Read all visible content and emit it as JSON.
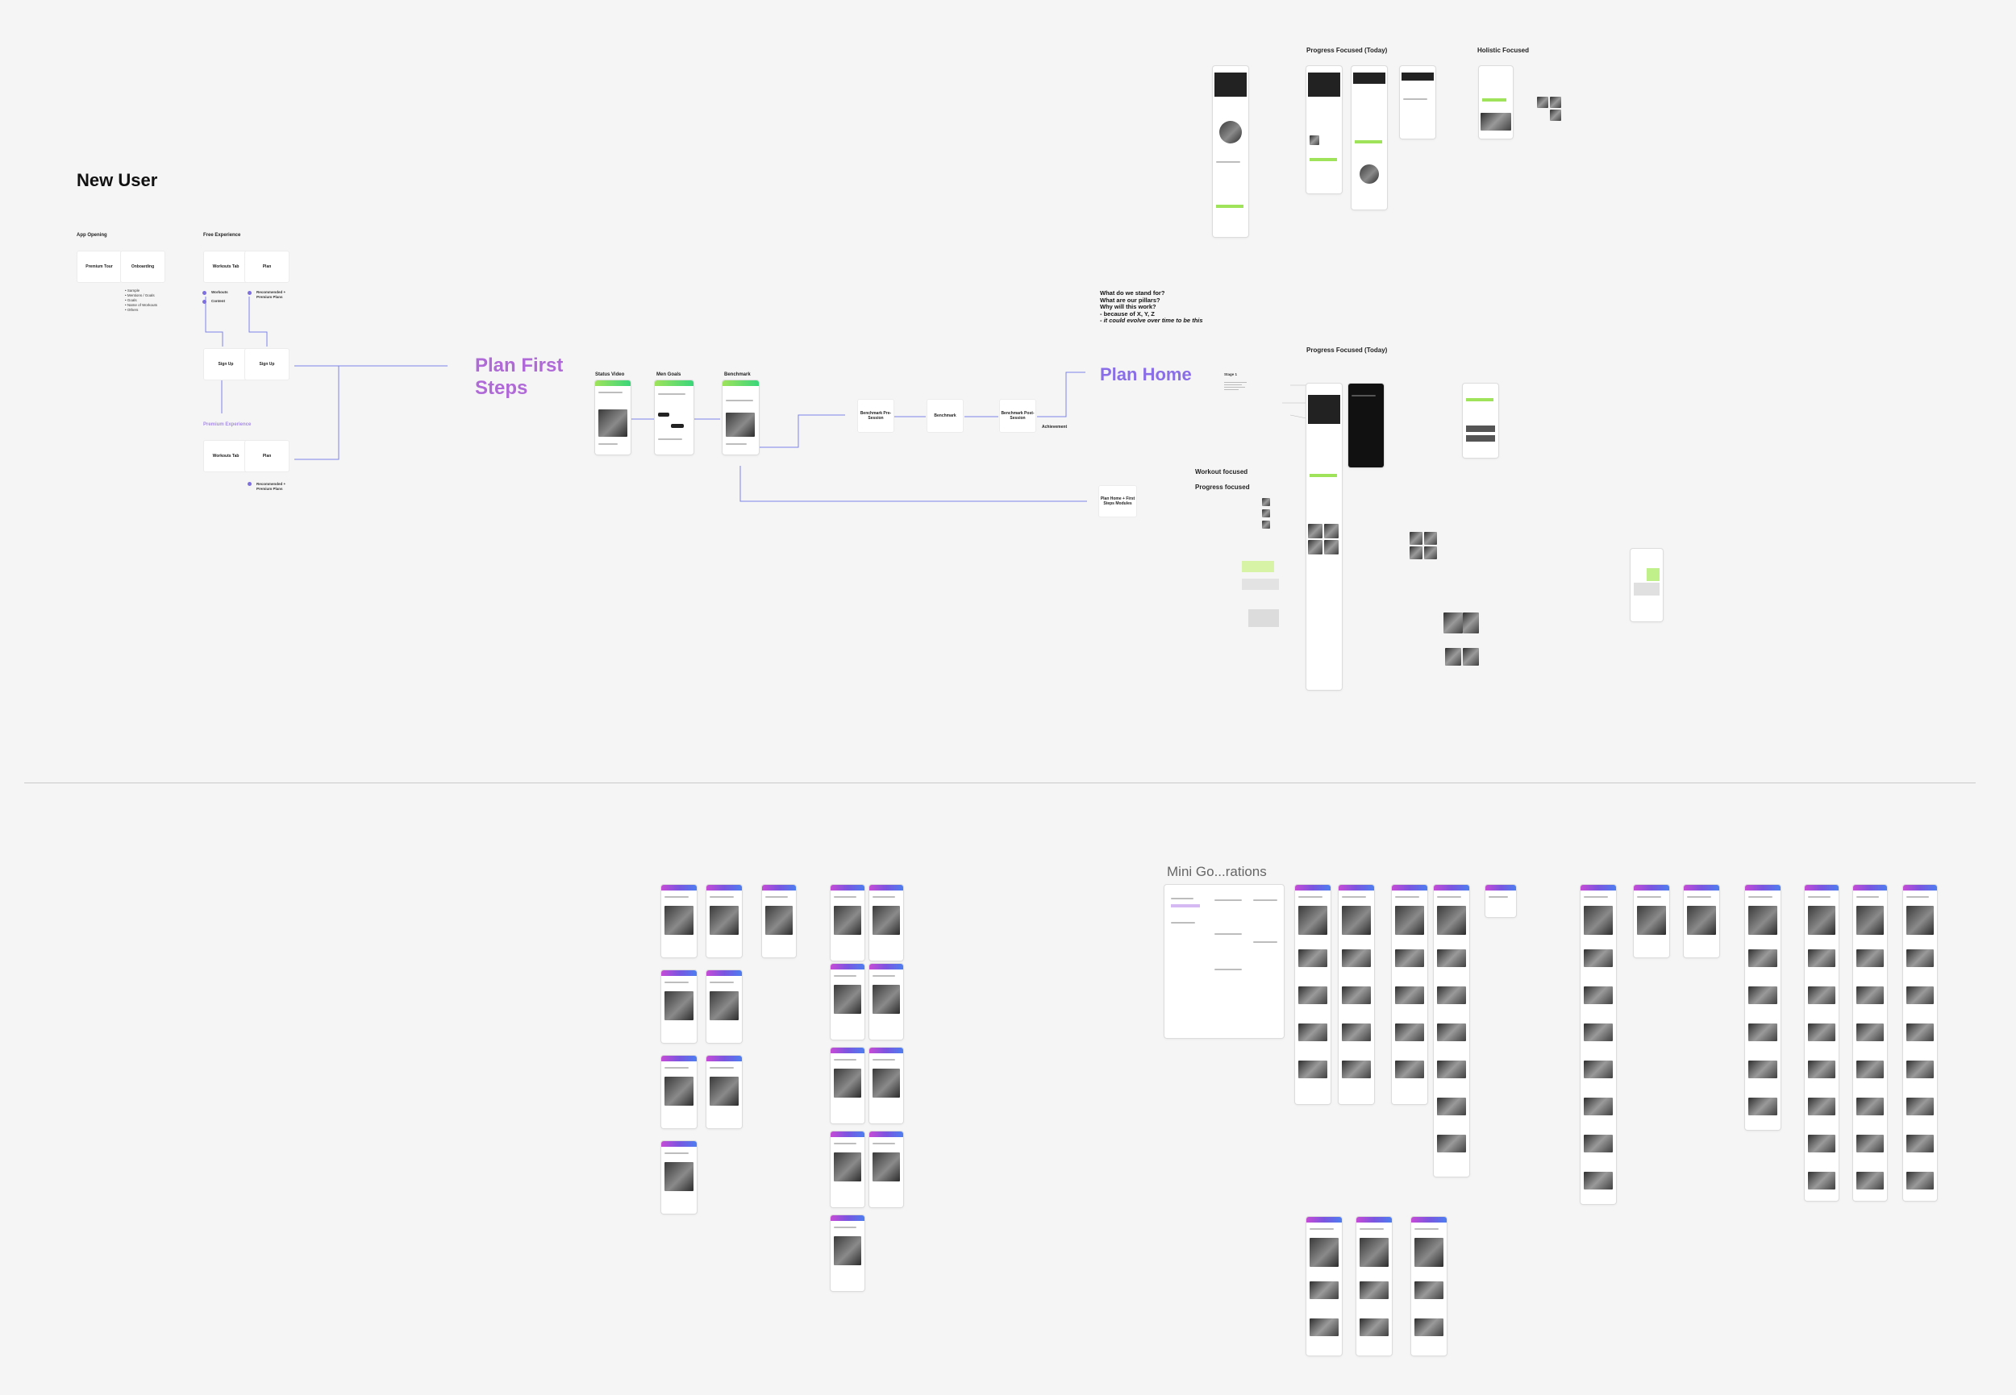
{
  "heading_new_user": "New User",
  "app_opening": {
    "label": "App Opening",
    "nodes": [
      "Premium Tour",
      "Onboarding"
    ],
    "bullets": [
      "• Sample",
      "• Mentions / Goals",
      "• Goals",
      "• Name of Workouts",
      "• Others"
    ]
  },
  "free_experience": {
    "label": "Free Experience",
    "workouts_tab": "Workouts Tab",
    "plan": "Plan",
    "workouts_item": "Workouts",
    "content_item": "Content",
    "recommended_item": "Recommended + Premium Plans",
    "signup_a": "Sign Up",
    "signup_b": "Sign Up"
  },
  "premium_experience": {
    "label": "Premium Experience",
    "workouts_tab": "Workouts Tab",
    "plan": "Plan",
    "recommended_item": "Recommended + Premium Plans"
  },
  "plan_first_steps": {
    "title": "Plan First Steps",
    "screen_labels": [
      "Status Video",
      "Men Goals",
      "Benchmark"
    ],
    "nodes": [
      "Benchmark Pre-Session",
      "Benchmark",
      "Benchmark Post-Session"
    ],
    "achievement": "Achievement",
    "bottom_node": "Plan Home + First Steps Modules"
  },
  "plan_home": {
    "title": "Plan Home",
    "questions": [
      "What do we stand for?",
      "What are our pillars?",
      "Why will this work?",
      "- because of X, Y, Z",
      "- it could evolve over time to be this"
    ],
    "stage_label": "Stage 1",
    "workout_focused": "Workout focused",
    "progress_focused": "Progress focused"
  },
  "section_labels": {
    "progress_focused_today_top": "Progress Focused (Today)",
    "holistic_focused": "Holistic Focused",
    "progress_focused_today_mid": "Progress Focused (Today)",
    "mini_go": "Mini Go...rations"
  },
  "colors": {
    "plan_first_steps": "#b06ad8",
    "plan_home": "#8a6ee8",
    "flow_line": "#6a7be0",
    "premium_label": "#a88de6",
    "accent_green": "#9ee35a"
  }
}
